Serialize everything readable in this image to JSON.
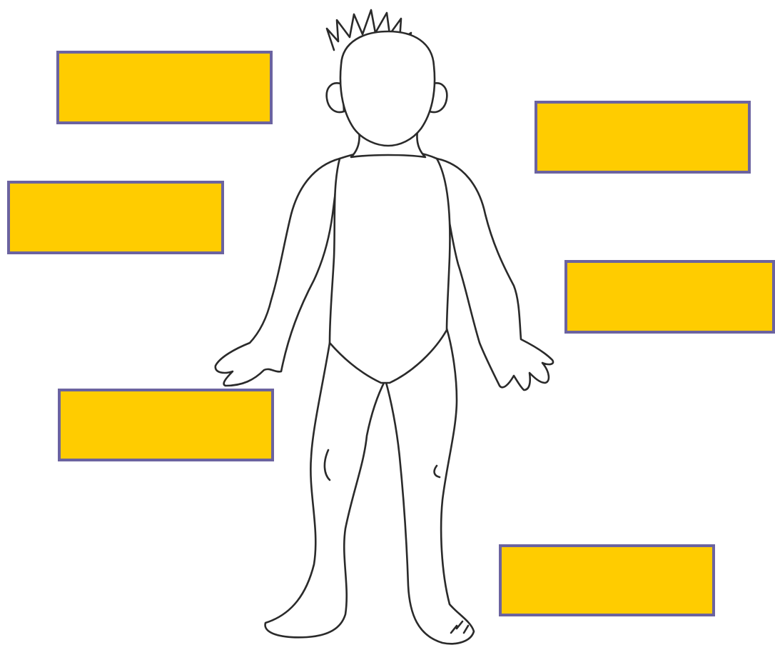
{
  "worksheet": {
    "illustration": "child-body-outline",
    "label_boxes": [
      {
        "id": "label-box-1",
        "text": ""
      },
      {
        "id": "label-box-2",
        "text": ""
      },
      {
        "id": "label-box-3",
        "text": ""
      },
      {
        "id": "label-box-4",
        "text": ""
      },
      {
        "id": "label-box-5",
        "text": ""
      },
      {
        "id": "label-box-6",
        "text": ""
      }
    ]
  },
  "colors": {
    "box_fill": "#ffcc00",
    "box_border": "#6b63a0",
    "outline": "#2a2a2a",
    "background": "#ffffff"
  }
}
